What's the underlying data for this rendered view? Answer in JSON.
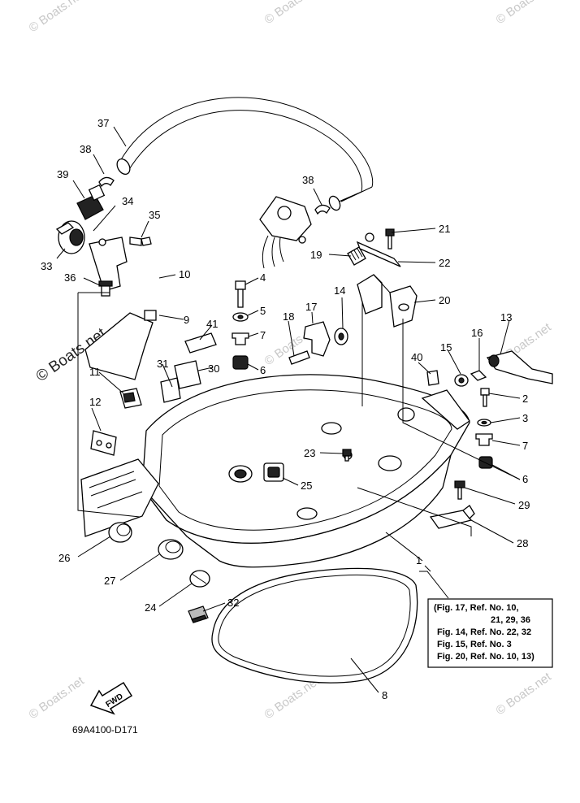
{
  "watermark": "© Boats.net",
  "diagram_code": "69A4100-D171",
  "fwd_label": "FWD",
  "note_lines": [
    "(Fig. 17, Ref. No. 10,",
    "21, 29, 36",
    "Fig. 14, Ref. No. 22, 32",
    "Fig. 15, Ref. No. 3",
    "Fig. 20, Ref. No. 10, 13)"
  ],
  "callouts": {
    "c1": "1",
    "c2": "2",
    "c3": "3",
    "c4": "4",
    "c5": "5",
    "c6a": "6",
    "c6b": "6",
    "c7a": "7",
    "c7b": "7",
    "c8": "8",
    "c9": "9",
    "c10": "10",
    "c11": "11",
    "c12": "12",
    "c13": "13",
    "c14": "14",
    "c15": "15",
    "c16": "16",
    "c17": "17",
    "c18": "18",
    "c19": "19",
    "c20": "20",
    "c21": "21",
    "c22": "22",
    "c23": "23",
    "c24": "24",
    "c25": "25",
    "c26": "26",
    "c27": "27",
    "c28": "28",
    "c29": "29",
    "c30": "30",
    "c31": "31",
    "c32": "32",
    "c33": "33",
    "c34": "34",
    "c35": "35",
    "c36": "36",
    "c37": "37",
    "c38a": "38",
    "c38b": "38",
    "c39": "39",
    "c40": "40",
    "c41": "41"
  }
}
